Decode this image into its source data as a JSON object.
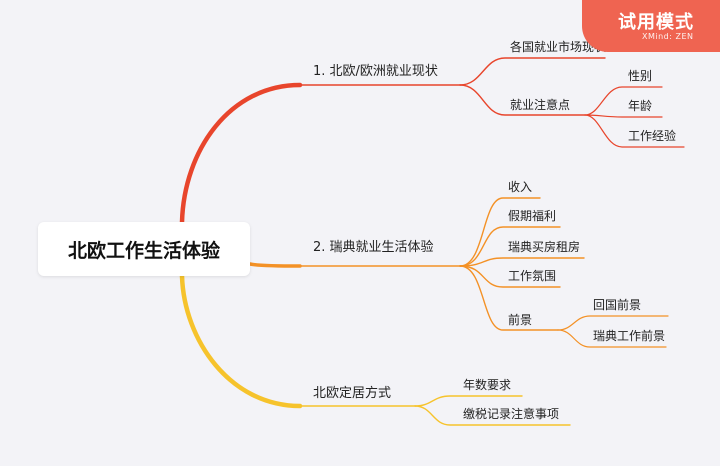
{
  "root": {
    "label": "北欧工作生活体验"
  },
  "trial_badge": {
    "title": "试用模式",
    "subtitle": "XMind: ZEN"
  },
  "colors": {
    "branch1": "#e8452c",
    "branch2": "#f39126",
    "branch3": "#f6c32c",
    "badge": "#ef6451",
    "background": "#f3f3f7"
  },
  "branches": [
    {
      "label": "1. 北欧/欧洲就业现状",
      "children": [
        {
          "label": "各国就业市场现状"
        },
        {
          "label": "就业注意点",
          "children": [
            {
              "label": "性别"
            },
            {
              "label": "年龄"
            },
            {
              "label": "工作经验"
            }
          ]
        }
      ]
    },
    {
      "label": "2. 瑞典就业生活体验",
      "children": [
        {
          "label": "收入"
        },
        {
          "label": "假期福利"
        },
        {
          "label": "瑞典买房租房"
        },
        {
          "label": "工作氛围"
        },
        {
          "label": "前景",
          "children": [
            {
              "label": "回国前景"
            },
            {
              "label": "瑞典工作前景"
            }
          ]
        }
      ]
    },
    {
      "label": "北欧定居方式",
      "children": [
        {
          "label": "年数要求"
        },
        {
          "label": "缴税记录注意事项"
        }
      ]
    }
  ]
}
